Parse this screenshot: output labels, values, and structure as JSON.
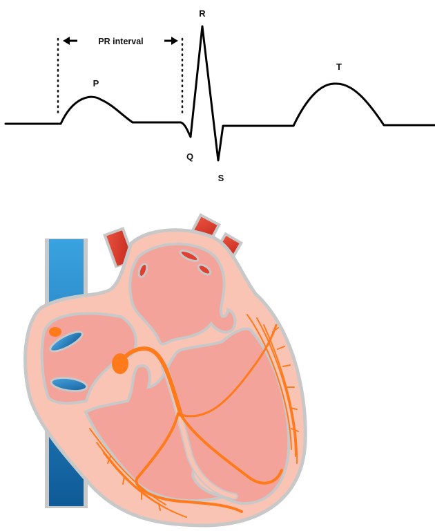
{
  "ecg": {
    "pr_interval_label": "PR interval",
    "waves": {
      "p": "P",
      "q": "Q",
      "r": "R",
      "s": "S",
      "t": "T"
    }
  },
  "colors": {
    "trace": "#000000",
    "pericardium": "#f9c4b4",
    "chamber_fill": "#f3a39a",
    "wall_outline": "#c8c8c8",
    "artery_red": "#e0402f",
    "vein_blue": "#1b72b8",
    "conduction_orange": "#ff7a1a"
  },
  "icons": {
    "arrow_left": "arrow-left-icon",
    "arrow_right": "arrow-right-icon"
  }
}
